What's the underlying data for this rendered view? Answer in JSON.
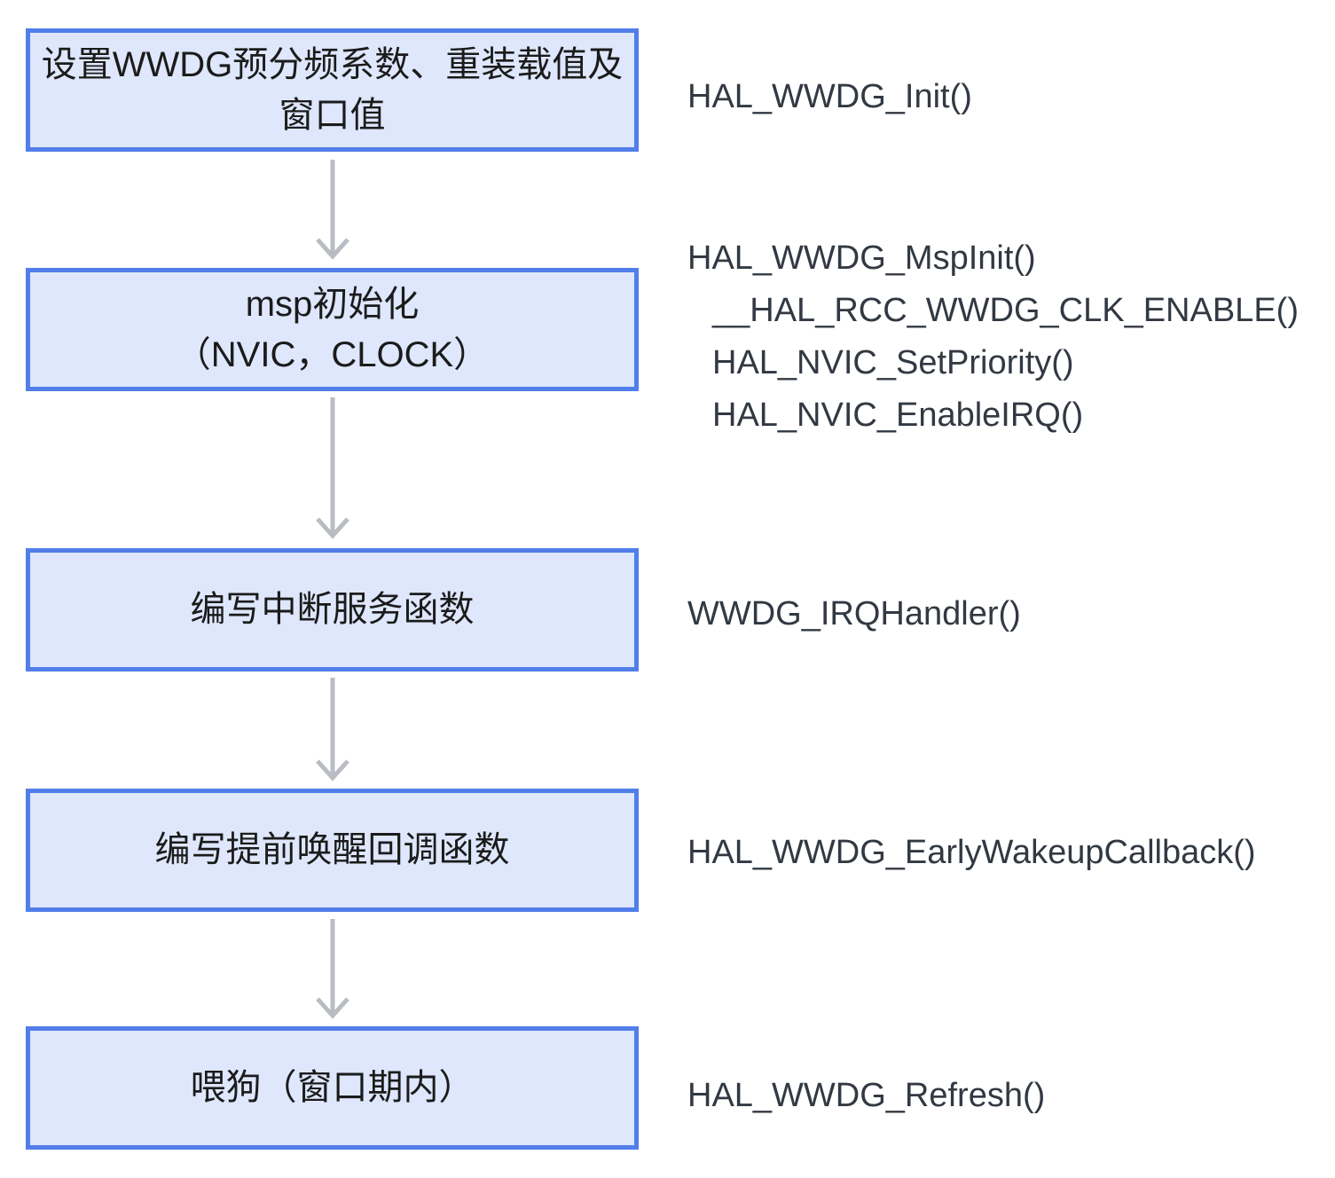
{
  "colors": {
    "background": "#ffffff",
    "box_fill": "#dee7fb",
    "box_border": "#517ee9",
    "box_text": "#1b1b1b",
    "call_text": "#323943",
    "arrow": "#b9bdc3"
  },
  "icons": {
    "arrow_down_icon": "↓"
  },
  "steps": [
    {
      "box_lines": [
        "设置WWDG预分频系数、重装载值及",
        "窗口值"
      ],
      "calls": [
        {
          "text": "HAL_WWDG_Init()",
          "indent": false
        }
      ]
    },
    {
      "box_lines": [
        "msp初始化",
        "（NVIC，CLOCK）"
      ],
      "calls": [
        {
          "text": "HAL_WWDG_MspInit()",
          "indent": false
        },
        {
          "text": "__HAL_RCC_WWDG_CLK_ENABLE()",
          "indent": true
        },
        {
          "text": "HAL_NVIC_SetPriority()",
          "indent": true
        },
        {
          "text": "HAL_NVIC_EnableIRQ()",
          "indent": true
        }
      ]
    },
    {
      "box_lines": [
        "编写中断服务函数"
      ],
      "calls": [
        {
          "text": "WWDG_IRQHandler()",
          "indent": false
        }
      ]
    },
    {
      "box_lines": [
        "编写提前唤醒回调函数"
      ],
      "calls": [
        {
          "text": "HAL_WWDG_EarlyWakeupCallback()",
          "indent": false
        }
      ]
    },
    {
      "box_lines": [
        "喂狗（窗口期内）"
      ],
      "calls": [
        {
          "text": "HAL_WWDG_Refresh()",
          "indent": false
        }
      ]
    }
  ]
}
